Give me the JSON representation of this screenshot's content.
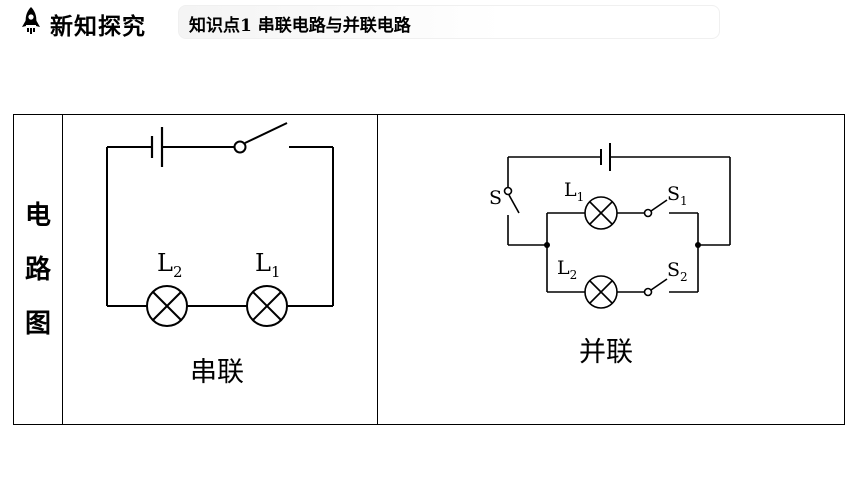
{
  "header": {
    "section_title": "新知探究",
    "topic_label": "知识点1  串联电路与并联电路"
  },
  "table": {
    "row_header_chars": [
      "电",
      "路",
      "图"
    ],
    "series_caption": "串联",
    "parallel_caption": "并联"
  },
  "series_circuit": {
    "lamp_left": {
      "letter": "L",
      "sub": "2"
    },
    "lamp_right": {
      "letter": "L",
      "sub": "1"
    }
  },
  "parallel_circuit": {
    "main_switch": {
      "letter": "S"
    },
    "lamp_top": {
      "letter": "L",
      "sub": "1"
    },
    "switch_top": {
      "letter": "S",
      "sub": "1"
    },
    "lamp_bottom": {
      "letter": "L",
      "sub": "2"
    },
    "switch_bottom": {
      "letter": "S",
      "sub": "2"
    }
  },
  "colors": {
    "line": "#000000",
    "pill_bg": "#f4f4f4"
  }
}
